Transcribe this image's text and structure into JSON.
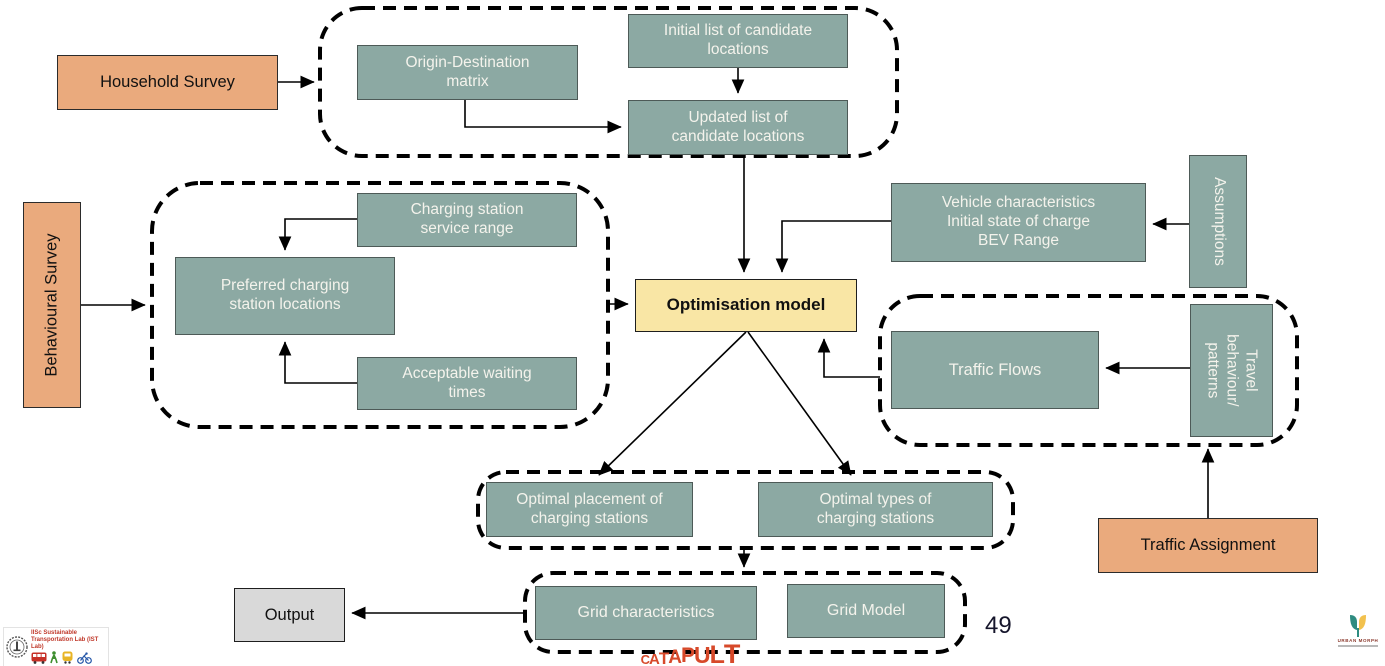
{
  "boxes": {
    "household_survey": {
      "label": "Household Survey"
    },
    "behavioural_survey": {
      "label": "Behavioural Survey"
    },
    "od_matrix": {
      "label": "Origin-Destination\nmatrix"
    },
    "initial_list": {
      "label": "Initial list of candidate\nlocations"
    },
    "updated_list": {
      "label": "Updated list of\ncandidate locations"
    },
    "charging_range": {
      "label": "Charging station\nservice range"
    },
    "preferred_locations": {
      "label": "Preferred charging\nstation locations"
    },
    "waiting_times": {
      "label": "Acceptable waiting\ntimes"
    },
    "optimisation_model": {
      "label": "Optimisation model"
    },
    "vehicle_characteristics": {
      "label": "Vehicle characteristics\nInitial state of charge\nBEV Range"
    },
    "assumptions": {
      "label": "Assumptions"
    },
    "traffic_flows": {
      "label": "Traffic Flows"
    },
    "travel_behaviour": {
      "label": "Travel\nbehaviour/\npatterns"
    },
    "traffic_assignment": {
      "label": "Traffic Assignment"
    },
    "optimal_placement": {
      "label": "Optimal placement of\ncharging stations"
    },
    "optimal_types": {
      "label": "Optimal types of\ncharging stations"
    },
    "grid_characteristics": {
      "label": "Grid characteristics"
    },
    "grid_model": {
      "label": "Grid Model"
    },
    "output": {
      "label": "Output"
    }
  },
  "page_number": "49",
  "logos": {
    "catapult": "CATAPULT",
    "urban_morph": "URBAN MORPH",
    "ist_lab": "IISc Sustainable\nTransportation Lab (IST Lab)"
  },
  "colors": {
    "teal_box": "#8CA9A3",
    "orange_box": "#EAAA7D",
    "yellow_box": "#F9E6A5",
    "gray_box": "#D9D9D9",
    "catapult_red": "#D7492A",
    "arrow": "#000000"
  }
}
